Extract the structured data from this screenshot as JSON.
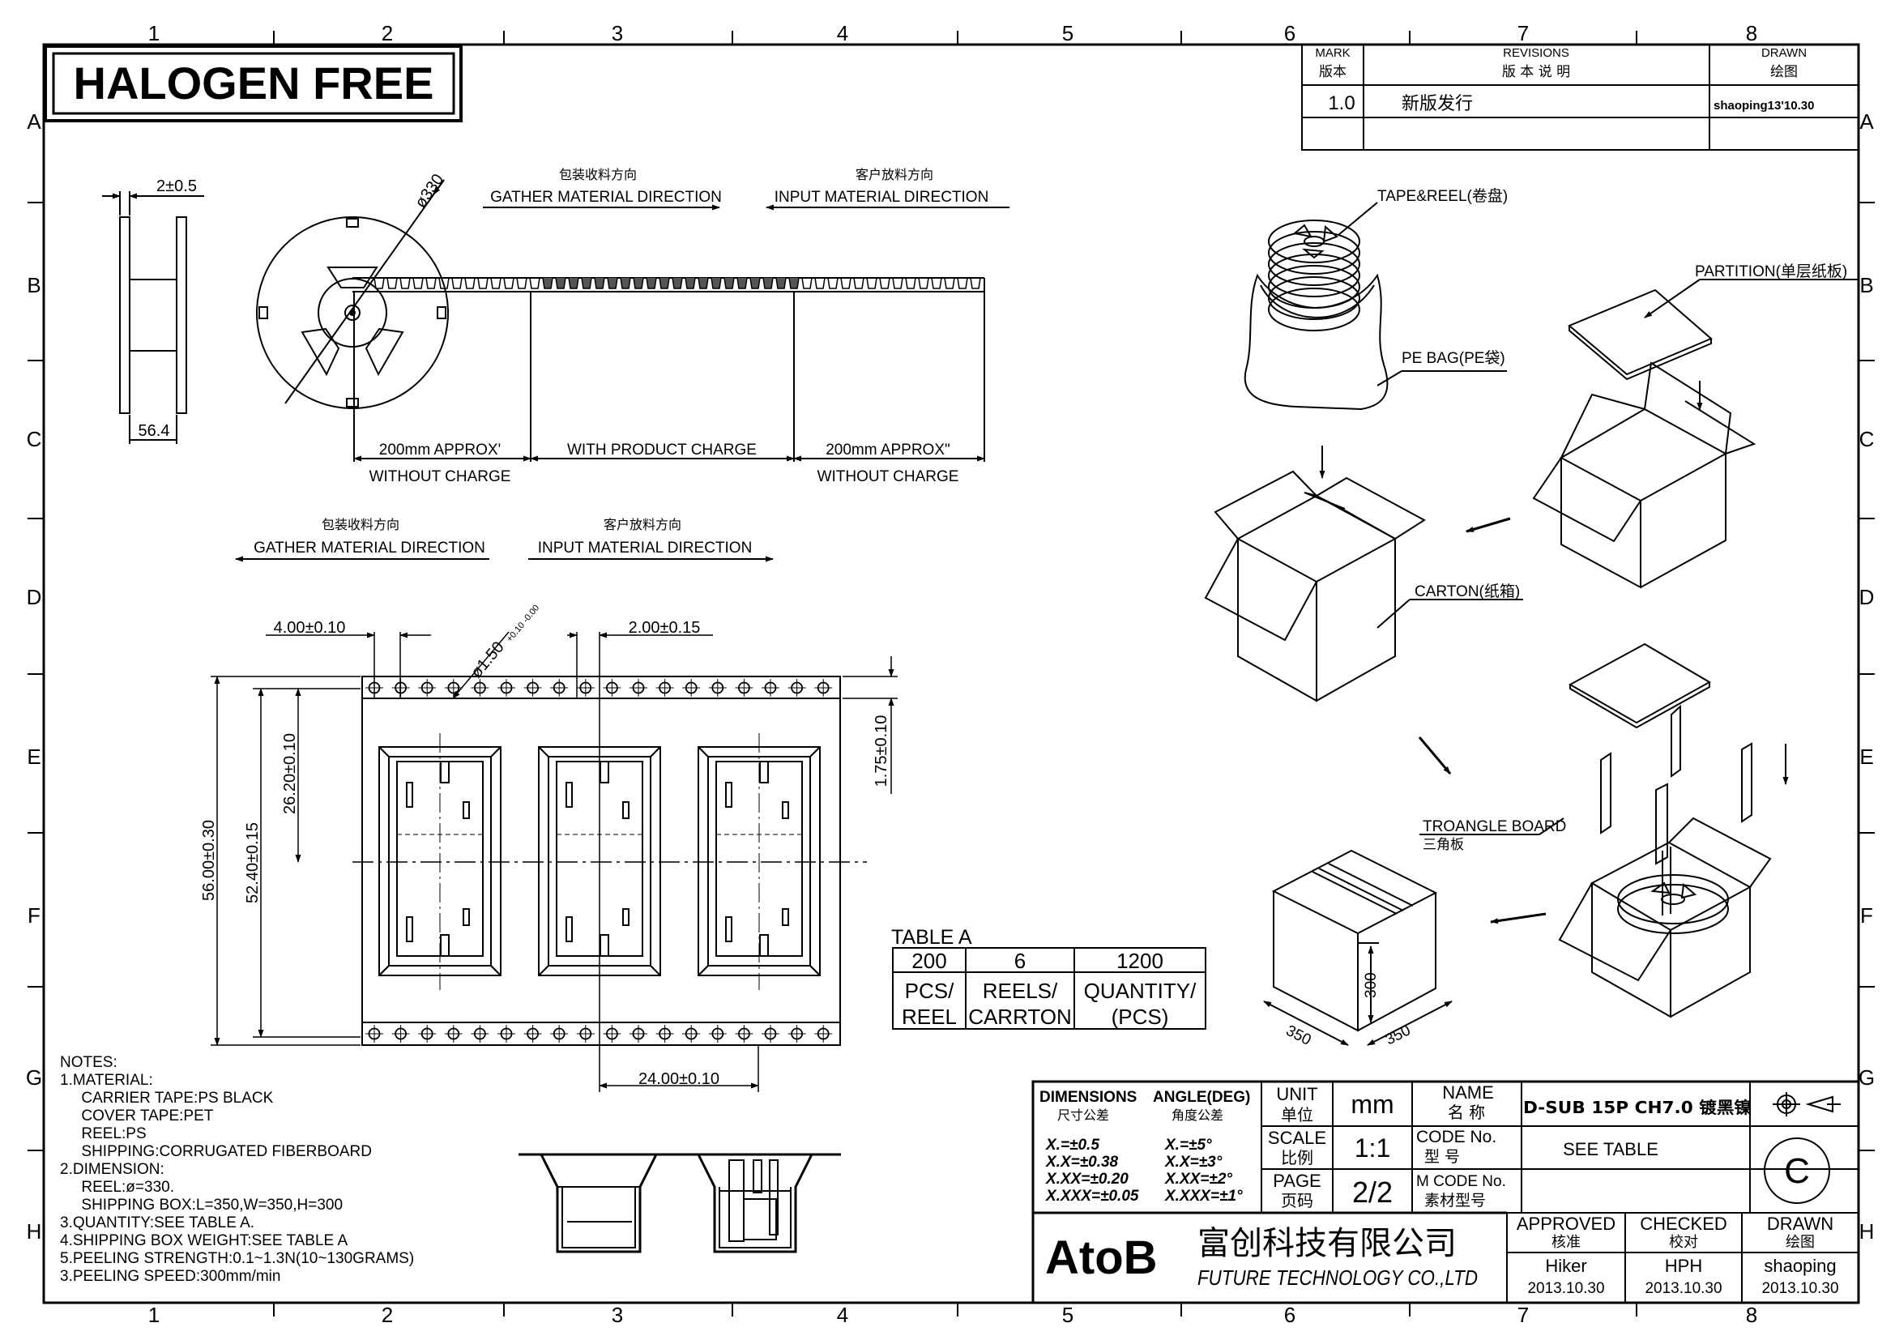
{
  "banner": {
    "title": "HALOGEN FREE"
  },
  "frame": {
    "columns": [
      "1",
      "2",
      "3",
      "4",
      "5",
      "6",
      "7",
      "8"
    ],
    "rows": [
      "A",
      "B",
      "C",
      "D",
      "E",
      "F",
      "G",
      "H"
    ]
  },
  "revisions": {
    "mark_label": "MARK",
    "mark_label_cn": "版本",
    "title": "REVISIONS",
    "title_cn": "版  本  说  明",
    "drawn_label": "DRAWN",
    "drawn_label_cn": "绘图",
    "row_mark": "1.0",
    "row_desc": "新版发行",
    "row_drawn": "shaoping13'10.30"
  },
  "reel": {
    "width_dim": "2±0.5",
    "hub_dim": "56.4",
    "diameter": "ø330"
  },
  "tape_strip": {
    "gather_cn": "包装收料方向",
    "gather": "GATHER MATERIAL DIRECTION",
    "input_cn": "客户放料方向",
    "input": "INPUT MATERIAL DIRECTION",
    "seg1": "200mm APPROX'",
    "seg1_sub": "WITHOUT CHARGE",
    "seg2": "WITH PRODUCT CHARGE",
    "seg3": "200mm APPROX\"",
    "seg3_sub": "WITHOUT CHARGE"
  },
  "carrier": {
    "gather_cn": "包装收料方向",
    "gather": "GATHER MATERIAL DIRECTION",
    "input_cn": "客户放料方向",
    "input": "INPUT MATERIAL DIRECTION",
    "pitch": "4.00±0.10",
    "hole": "ø1.50+0.10/-0.00",
    "hole_main": "ø1.50",
    "hole_tol": "+0.10 -0.00",
    "offset": "2.00±0.15",
    "total_w": "56.00±0.30",
    "inner_w": "52.40±0.15",
    "center": "26.20±0.10",
    "edge": "1.75±0.10",
    "pocket_pitch": "24.00±0.10"
  },
  "table_a": {
    "title": "TABLE A",
    "values": [
      "200",
      "6",
      "1200"
    ],
    "units": [
      "PCS/\nREEL",
      "REELS/\nCARRTON",
      "QUANTITY/\n(PCS)"
    ]
  },
  "packing": {
    "tape_reel": "TAPE&REEL(卷盘)",
    "pe_bag": "PE BAG(PE袋)",
    "partition": "PARTITION(单层纸板)",
    "carton": "CARTON(纸箱)",
    "triangle": "TROANGLE BOARD",
    "triangle_cn": "三角板",
    "box_l": "350",
    "box_w": "350",
    "box_h": "300"
  },
  "notes": {
    "lines": [
      "NOTES:",
      "1.MATERIAL:",
      "   CARRIER TAPE:PS BLACK",
      "   COVER TAPE:PET",
      "   REEL:PS",
      "   SHIPPING:CORRUGATED FIBERBOARD",
      "2.DIMENSION:",
      "   REEL:ø=330.",
      "   SHIPPING BOX:L=350,W=350,H=300",
      "3.QUANTITY:SEE TABLE A.",
      "4.SHIPPING BOX WEIGHT:SEE TABLE A",
      "5.PEELING STRENGTH:0.1~1.3N(10~130GRAMS)",
      "3.PEELING SPEED:300mm/min"
    ]
  },
  "title_block": {
    "dim_label": "DIMENSIONS",
    "dim_label_cn": "尺寸公差",
    "ang_label": "ANGLE(DEG)",
    "ang_label_cn": "角度公差",
    "tol": [
      "X.=±0.5",
      "X.X=±0.38",
      "X.XX=±0.20",
      "X.XXX=±0.05"
    ],
    "ang": [
      "X.=±5°",
      "X.X=±3°",
      "X.XX=±2°",
      "X.XXX=±1°"
    ],
    "unit_label": "UNIT",
    "unit_label_cn": "单位",
    "unit": "mm",
    "scale_label": "SCALE",
    "scale_label_cn": "比例",
    "scale": "1:1",
    "page_label": "PAGE",
    "page_label_cn": "页码",
    "page": "2/2",
    "name_label": "NAME",
    "name_label_cn": "名  称",
    "name": "D-SUB 15P CH7.0 镀黑镍",
    "code_label": "CODE No.",
    "code_label_cn": "型  号",
    "code": "SEE TABLE",
    "mcode_label": "M CODE No.",
    "mcode_label_cn": "素材型号",
    "logo": "AtoB",
    "company_cn": "富创科技有限公司",
    "company": "FUTURE TECHNOLOGY CO.,LTD",
    "approved_label": "APPROVED",
    "approved_label_cn": "核准",
    "checked_label": "CHECKED",
    "checked_label_cn": "校对",
    "drawn_label": "DRAWN",
    "drawn_label_cn": "绘图",
    "approved": "Hiker",
    "checked": "HPH",
    "drawn": "shaoping",
    "approved_date": "2013.10.30",
    "checked_date": "2013.10.30",
    "drawn_date": "2013.10.30",
    "copyright": "C"
  }
}
